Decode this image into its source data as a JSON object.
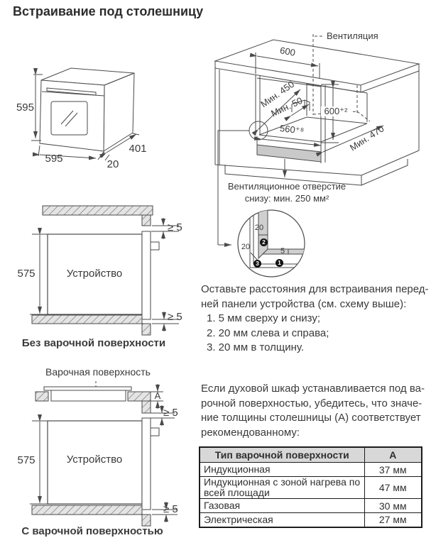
{
  "page": {
    "title": "Встраивание под столешницу"
  },
  "oven_diagram": {
    "height": "595",
    "width": "595",
    "depth": "401",
    "front_depth": "20"
  },
  "cabinet_diagram": {
    "ventilation_label": "Вентиляция",
    "dim_top_width": "600",
    "dim_min_depth": "Мин. 450",
    "dim_min_rear_gap": "Мин. 50",
    "dim_niche_width": "560⁺⁸",
    "dim_niche_height": "600⁺²",
    "dim_min_bottom_depth": "Мин. 470",
    "vent_note_line1": "Вентиляционное отверстие",
    "vent_note_line2": "снизу: мин. 250 мм²",
    "detail": {
      "dim_top": "20",
      "dim_left": "20",
      "dim_5": "5",
      "badge1": "1",
      "badge2": "2",
      "badge3": "3"
    }
  },
  "no_hob_diagram": {
    "dim_height": "575",
    "device_label": "Устройство",
    "gap_top": "≥ 5",
    "gap_bottom": "≥ 5",
    "caption": "Без варочной поверхности"
  },
  "hob_diagram": {
    "hob_label": "Варочная поверхность",
    "dim_a": "А",
    "dim_height": "575",
    "device_label": "Устройство",
    "gap_top": "≥ 5",
    "gap_bottom": "≥ 5",
    "caption": "С варочной поверхностью"
  },
  "spacing_note": {
    "line1": "Оставьте расстояния для встраивания перед-",
    "line2": "ней панели устройства (см. схему выше):",
    "item1": "1. 5 мм сверху и снизу;",
    "item2": "2. 20 мм слева и справа;",
    "item3": "3. 20 мм в толщину."
  },
  "hob_note": {
    "line1": "Если духовой шкаф устанавливается под ва-",
    "line2": "рочной поверхностью, убедитесь, что значе-",
    "line3": "ние толщины столешницы (А) соответствует",
    "line4": "рекомендованному:"
  },
  "hob_table": {
    "header": [
      "Тип варочной поверхности",
      "А"
    ],
    "rows": [
      [
        "Индукционная",
        "37 мм"
      ],
      [
        "Индукционная с зоной нагрева по всей площади",
        "47 мм"
      ],
      [
        "Газовая",
        "30 мм"
      ],
      [
        "Электрическая",
        "27 мм"
      ]
    ]
  }
}
